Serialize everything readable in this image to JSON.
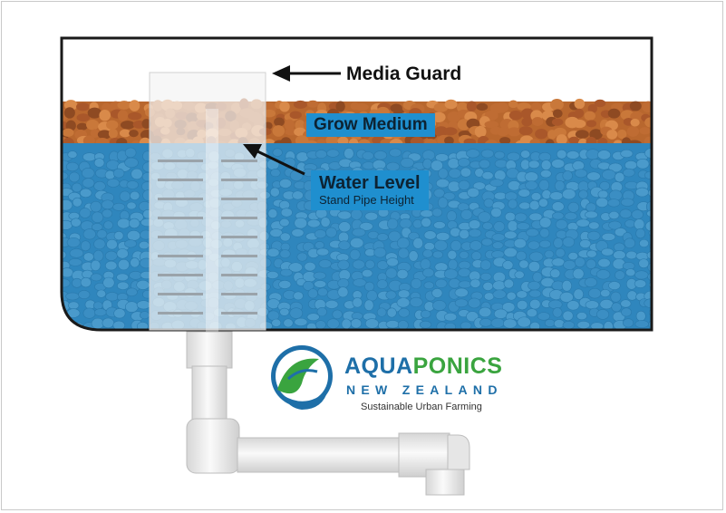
{
  "labels": {
    "media_guard": "Media Guard",
    "grow_medium": "Grow Medium",
    "water_level": "Water Level",
    "stand_pipe_height": "Stand Pipe Height"
  },
  "brand": {
    "name_part1": "AQUA",
    "name_part2": "PONICS",
    "subtitle": "NEW ZEALAND",
    "tagline": "Sustainable Urban Farming"
  },
  "colors": {
    "water": "#2f86bd",
    "medium": "#b8672e",
    "tag": "#1f8fcf",
    "brand_blue": "#1e6fa8",
    "brand_green": "#3aa43f"
  }
}
